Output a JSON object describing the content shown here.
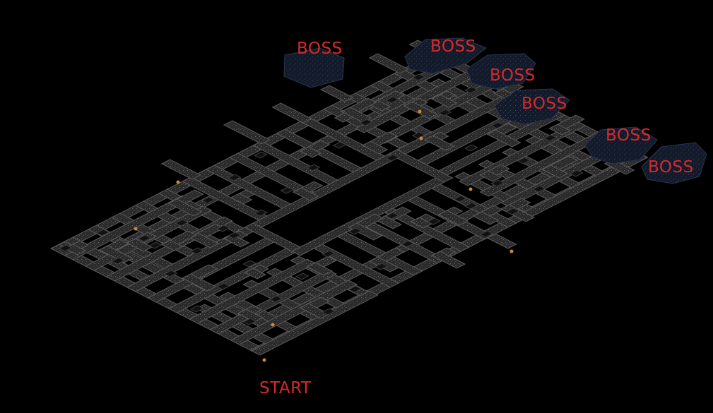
{
  "map": {
    "background_color": "#000000",
    "label_color": "#d42a2a",
    "corridor_color": "#4a4a4a",
    "boss_room_color": "#151c2c",
    "torch_color": "#c88a3a",
    "labels": {
      "boss_1": "BOSS",
      "boss_2": "BOSS",
      "boss_3": "BOSS",
      "boss_4": "BOSS",
      "boss_5": "BOSS",
      "boss_6": "BOSS",
      "start": "START"
    },
    "markers": {
      "boss_room_count": 6,
      "start_point_count": 1,
      "torch_count": 8
    }
  }
}
